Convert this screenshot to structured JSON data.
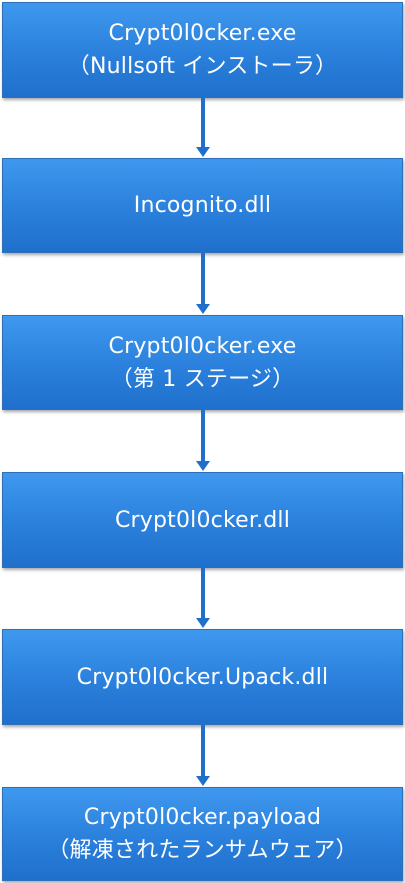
{
  "flow": {
    "steps": [
      {
        "line1": "Crypt0l0cker.exe",
        "line2": "（Nullsoft インストーラ）"
      },
      {
        "line1": "Incognito.dll",
        "line2": ""
      },
      {
        "line1": "Crypt0l0cker.exe",
        "line2": "（第 1 ステージ）"
      },
      {
        "line1": "Crypt0l0cker.dll",
        "line2": ""
      },
      {
        "line1": "Crypt0l0cker.Upack.dll",
        "line2": ""
      },
      {
        "line1": "Crypt0l0cker.payload",
        "line2": "（解凍されたランサムウェア）"
      }
    ]
  },
  "colors": {
    "box_top": "#3f98ee",
    "box_bottom": "#1f70cc",
    "arrow": "#1f70cc",
    "text": "#ffffff"
  }
}
